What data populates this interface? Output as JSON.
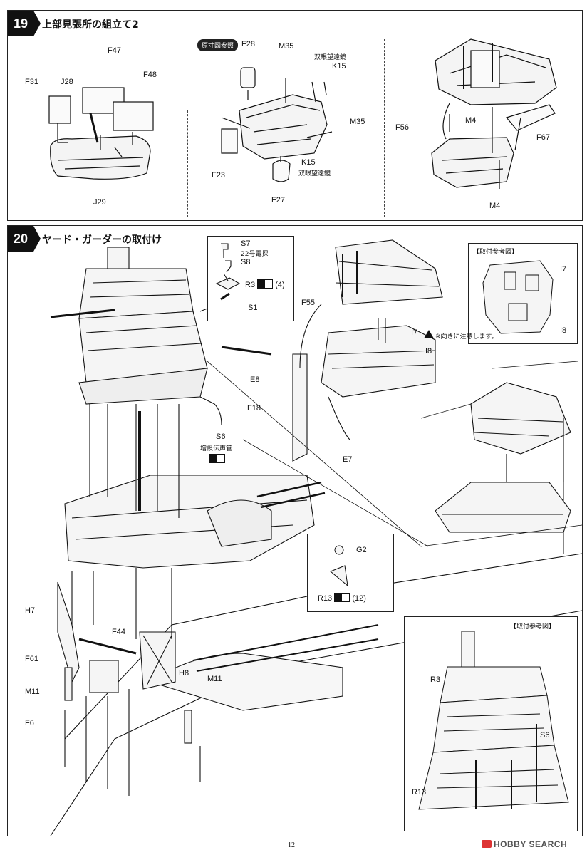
{
  "step19": {
    "number": "19",
    "title": "上部見張所の組立て2",
    "sub1": {
      "labels": [
        "F47",
        "F31",
        "J28",
        "F48",
        "J29"
      ]
    },
    "sub2": {
      "ref_tag": "原寸図参照",
      "labels": [
        "F28",
        "M35",
        "K15",
        "M35",
        "F23",
        "F27",
        "K15"
      ],
      "jp1": "双眼望遠鏡",
      "jp2": "双眼望遠鏡"
    },
    "sub3": {
      "labels": [
        "M4",
        "F56",
        "F67",
        "M4"
      ]
    }
  },
  "step20": {
    "number": "20",
    "title": "ヤード・ガーダーの取付け",
    "inset_parts": {
      "s7": "S7",
      "s7_note": "22号電探",
      "s8": "S8",
      "r3": "R3",
      "r3_qty": "(4)",
      "s1": "S1"
    },
    "main_labels": {
      "s6": "S6",
      "s6_note": "増設伝声管",
      "h7": "H7",
      "f44": "F44",
      "f61": "F61",
      "h8": "H8",
      "m11a": "M11",
      "m11b": "M11",
      "f6": "F6"
    },
    "upper_labels": {
      "f55": "F55",
      "i7": "I7",
      "caution": "※向きに注意します。",
      "i8": "I8",
      "e8": "E8",
      "f18": "F18",
      "e7": "E7"
    },
    "ref_top": {
      "title": "【取付参考図】",
      "i7": "I7",
      "i8": "I8"
    },
    "g2_box": {
      "g2": "G2",
      "r13": "R13",
      "qty": "(12)"
    },
    "ref_bottom": {
      "title": "【取付参考図】",
      "r3": "R3",
      "s6": "S6",
      "r13": "R13"
    }
  },
  "footer": {
    "page": "12",
    "watermark": "HOBBY SEARCH"
  },
  "icons": [
    "paint-chip-icon",
    "caution-triangle-icon",
    "camera-icon"
  ]
}
